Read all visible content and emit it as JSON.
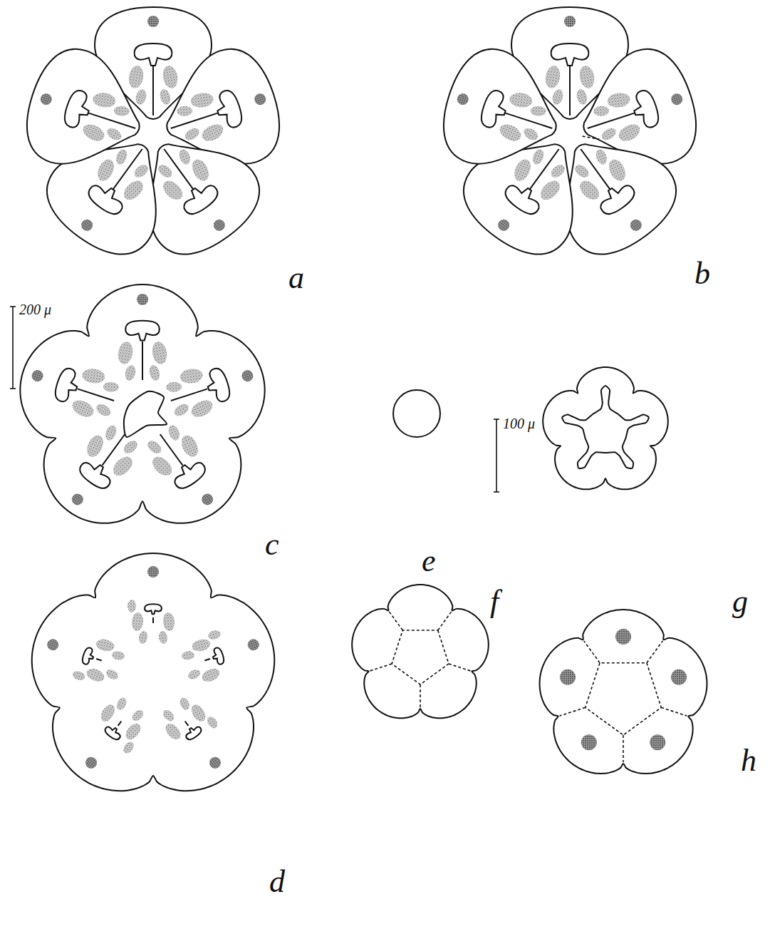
{
  "diagram": {
    "labels": [
      "a",
      "b",
      "c",
      "d",
      "e",
      "f",
      "g",
      "h",
      "200 μ",
      "100 μ"
    ]
  }
}
